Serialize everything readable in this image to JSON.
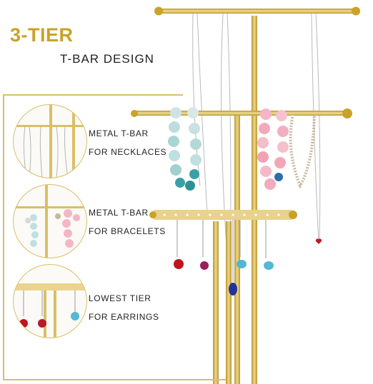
{
  "heading": {
    "title": "3-TIER",
    "subtitle": "T-BAR DESIGN"
  },
  "features": [
    {
      "icon": "necklace-closeup-icon",
      "line1": "METAL T-BAR",
      "line2": "FOR NECKLACES"
    },
    {
      "icon": "bracelet-closeup-icon",
      "line1": "METAL T-BAR",
      "line2": "FOR BRACELETS"
    },
    {
      "icon": "earring-closeup-icon",
      "line1": "LOWEST TIER",
      "line2": "FOR EARRINGS"
    }
  ],
  "colors": {
    "accent_gold": "#c9a227",
    "frame_gold": "#d8bf6a",
    "text": "#222222"
  }
}
